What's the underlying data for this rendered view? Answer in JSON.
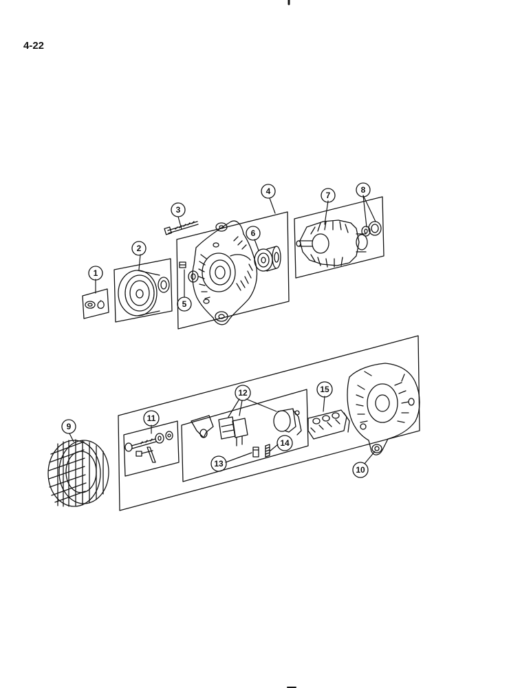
{
  "page": {
    "number": "4-22"
  },
  "callouts": [
    "1",
    "2",
    "3",
    "4",
    "5",
    "6",
    "7",
    "8",
    "9",
    "10",
    "11",
    "12",
    "13",
    "14",
    "15"
  ],
  "colors": {
    "ink": "#111111",
    "paper": "#ffffff"
  }
}
